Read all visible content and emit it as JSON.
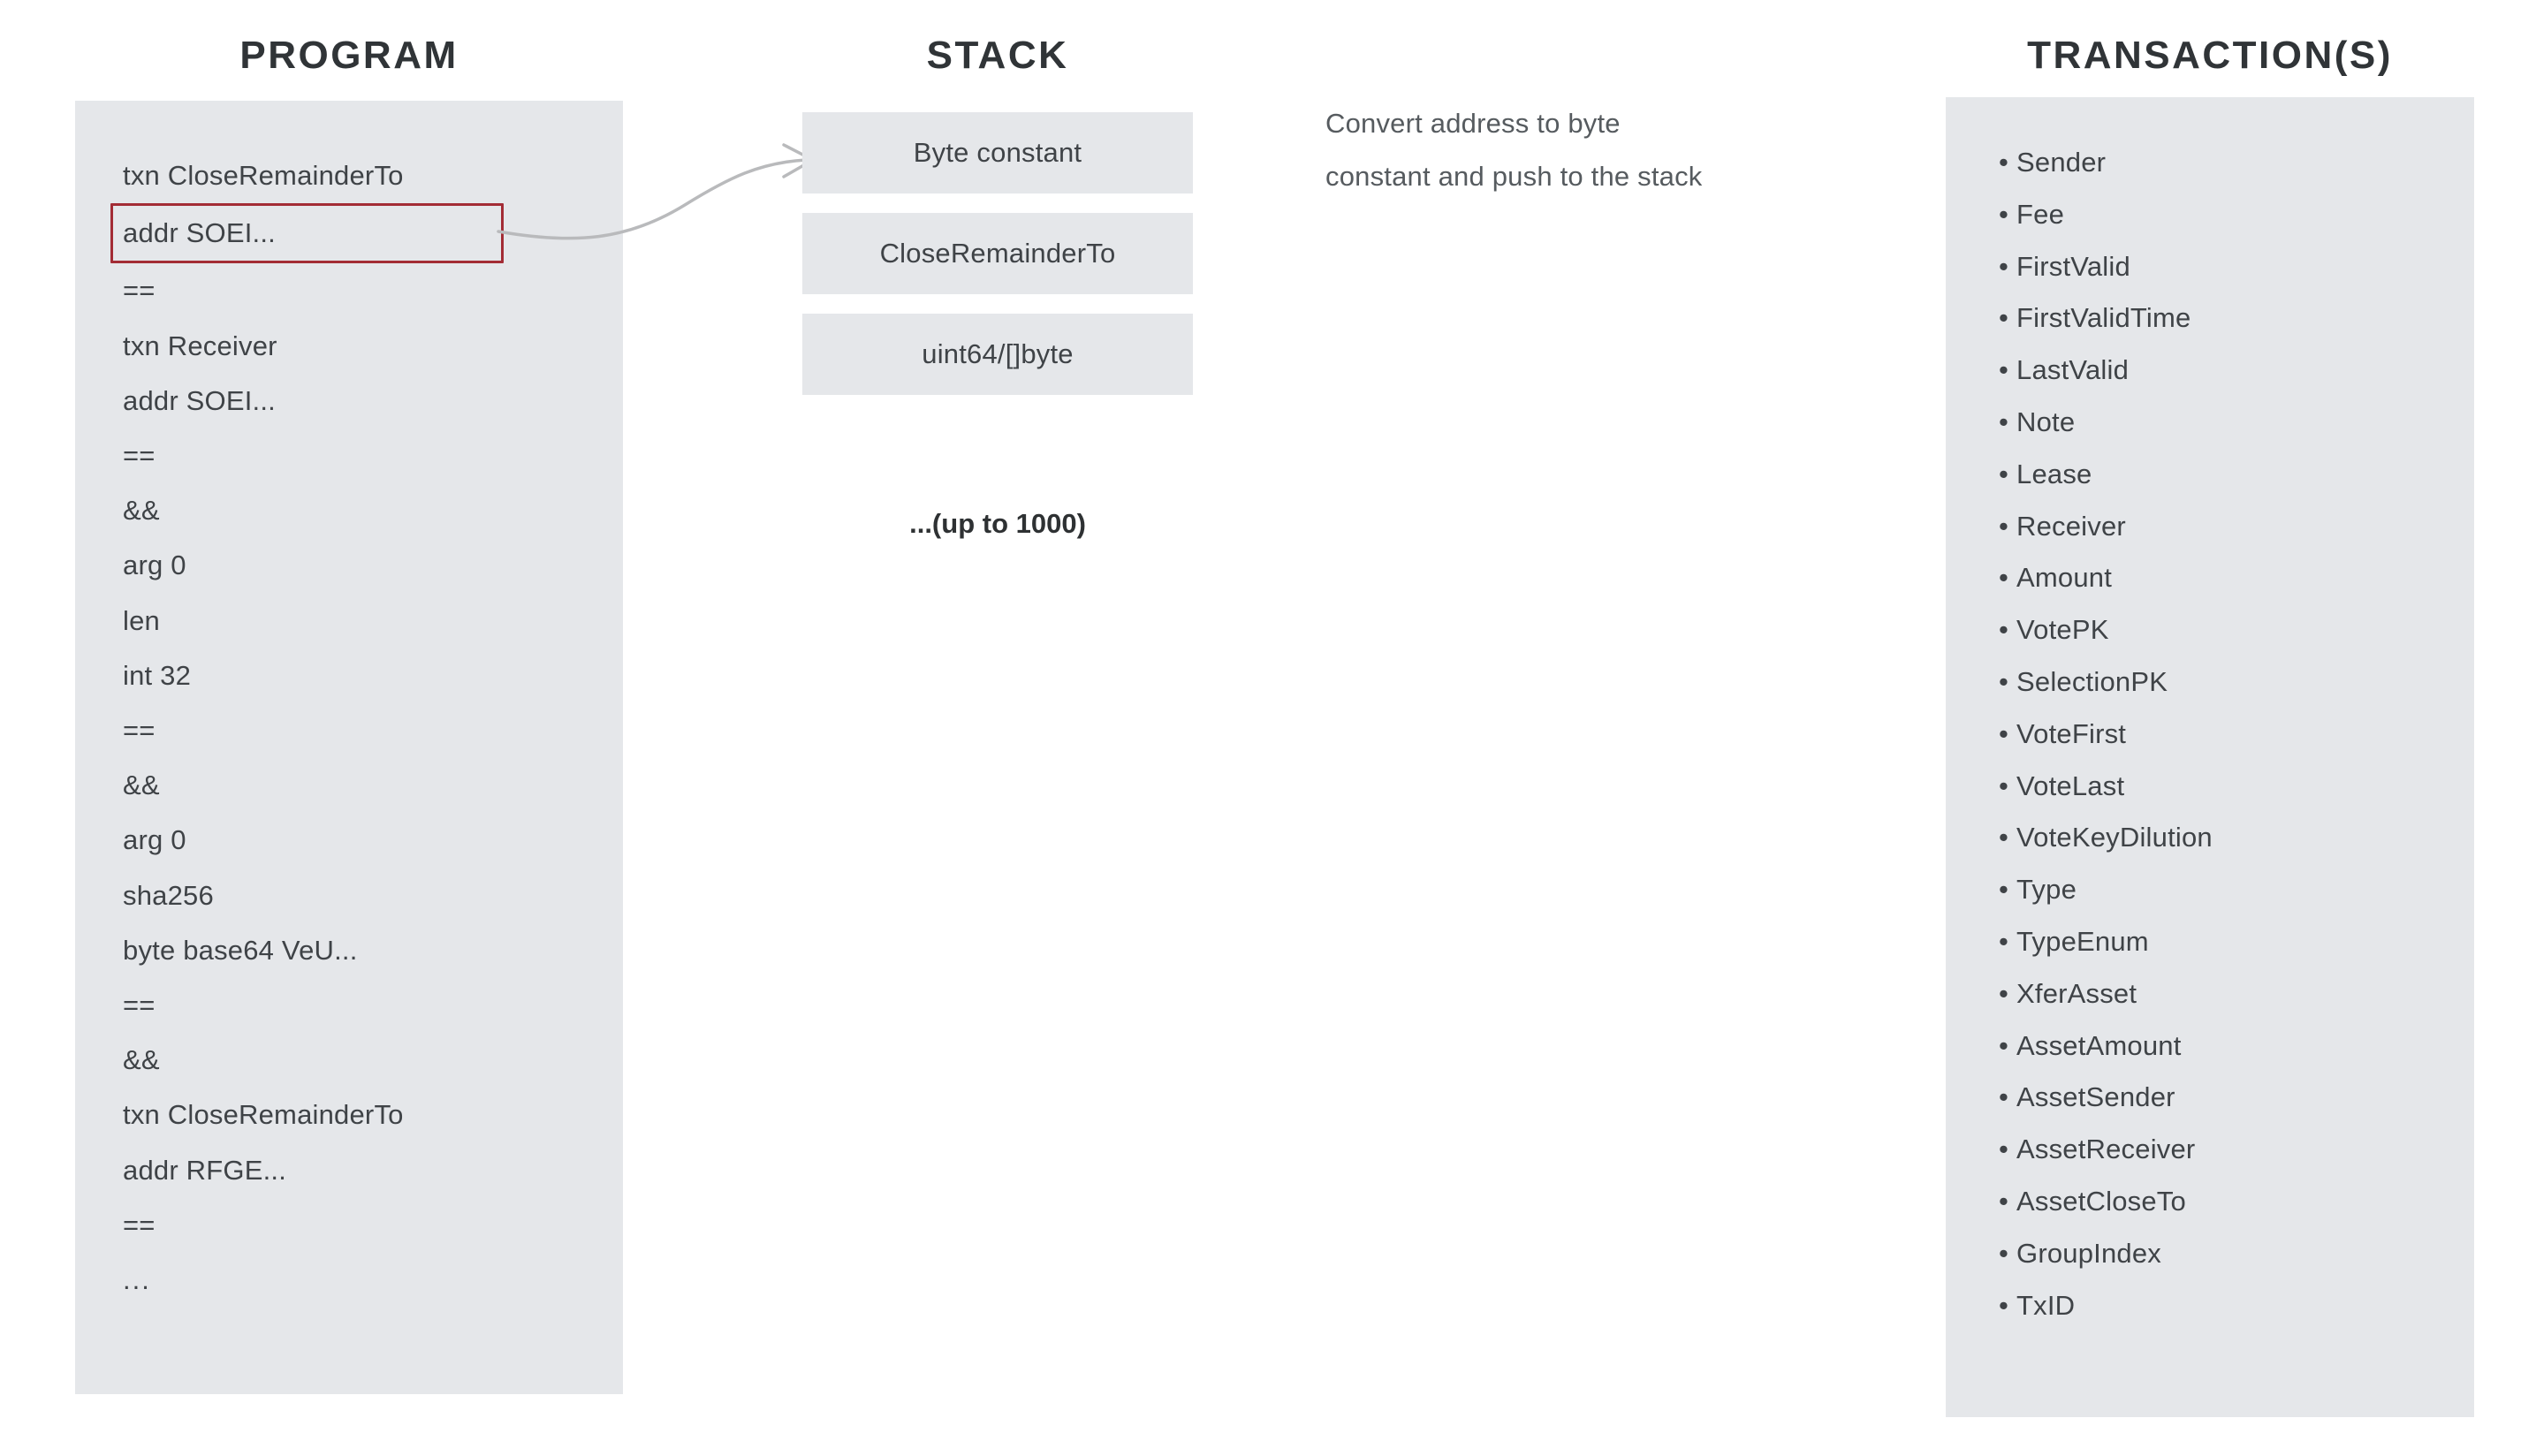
{
  "program": {
    "title": "PROGRAM",
    "highlight_color": "#a32c35",
    "panel_color": "#e5e7ea",
    "lines": [
      {
        "text": "txn CloseRemainderTo",
        "highlighted": false
      },
      {
        "text": "addr SOEI...",
        "highlighted": true
      },
      {
        "text": "==",
        "highlighted": false
      },
      {
        "text": "txn Receiver",
        "highlighted": false
      },
      {
        "text": "addr SOEI...",
        "highlighted": false
      },
      {
        "text": "==",
        "highlighted": false
      },
      {
        "text": "&&",
        "highlighted": false
      },
      {
        "text": "arg 0",
        "highlighted": false
      },
      {
        "text": "len",
        "highlighted": false
      },
      {
        "text": "int 32",
        "highlighted": false
      },
      {
        "text": "==",
        "highlighted": false
      },
      {
        "text": "&&",
        "highlighted": false
      },
      {
        "text": "arg 0",
        "highlighted": false
      },
      {
        "text": "sha256",
        "highlighted": false
      },
      {
        "text": "byte base64 VeU...",
        "highlighted": false
      },
      {
        "text": "==",
        "highlighted": false
      },
      {
        "text": "&&",
        "highlighted": false
      },
      {
        "text": "txn CloseRemainderTo",
        "highlighted": false
      },
      {
        "text": "addr RFGE...",
        "highlighted": false
      },
      {
        "text": "==",
        "highlighted": false
      },
      {
        "text": "...",
        "highlighted": false
      }
    ]
  },
  "stack": {
    "title": "STACK",
    "boxes": [
      {
        "label": "Byte constant"
      },
      {
        "label": "CloseRemainderTo"
      },
      {
        "label": "uint64/[]byte"
      }
    ],
    "more_label": "...(up to 1000)"
  },
  "annotation": {
    "line1": "Convert address to byte",
    "line2": "constant and push to the stack"
  },
  "transactions": {
    "title": "TRANSACTION(S)",
    "bullet": "•",
    "fields": [
      "Sender",
      "Fee",
      "FirstValid",
      "FirstValidTime",
      "LastValid",
      "Note",
      "Lease",
      "Receiver",
      "Amount",
      "VotePK",
      "SelectionPK",
      "VoteFirst",
      "VoteLast",
      "VoteKeyDilution",
      "Type",
      "TypeEnum",
      "XferAsset",
      "AssetAmount",
      "AssetSender",
      "AssetReceiver",
      "AssetCloseTo",
      "GroupIndex",
      "TxID"
    ]
  }
}
